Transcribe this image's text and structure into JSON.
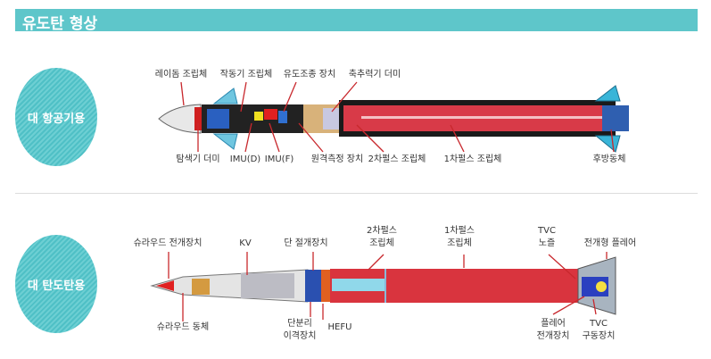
{
  "header": {
    "title": "유도탄 형상"
  },
  "sections": [
    {
      "name": "대 항공기용",
      "top_labels": [
        "레이돔 조립체",
        "작동기 조립체",
        "유도조종 장치",
        "축추력기 더미"
      ],
      "bottom_labels": [
        "탐색기 더미",
        "IMU(D)",
        "IMU(F)",
        "원격측정 장치",
        "2차펄스 조립체",
        "1차펄스 조립체",
        "후방동체"
      ]
    },
    {
      "name": "대 탄도탄용",
      "top_labels": [
        "슈라우드 전개장치",
        "KV",
        "단 절개장치",
        "2차펄스\n조립체",
        "1차펄스\n조립체",
        "TVC\n노즐",
        "전개형 플레어"
      ],
      "bottom_labels": [
        "슈라우드 동체",
        "단분리\n이격장치",
        "HEFU",
        "플레어\n전개장치",
        "TVC\n구동장치"
      ]
    }
  ],
  "colors": {
    "accent": "#5ec6ca",
    "motor": "#e03a45",
    "arrow": "#c8282d"
  }
}
